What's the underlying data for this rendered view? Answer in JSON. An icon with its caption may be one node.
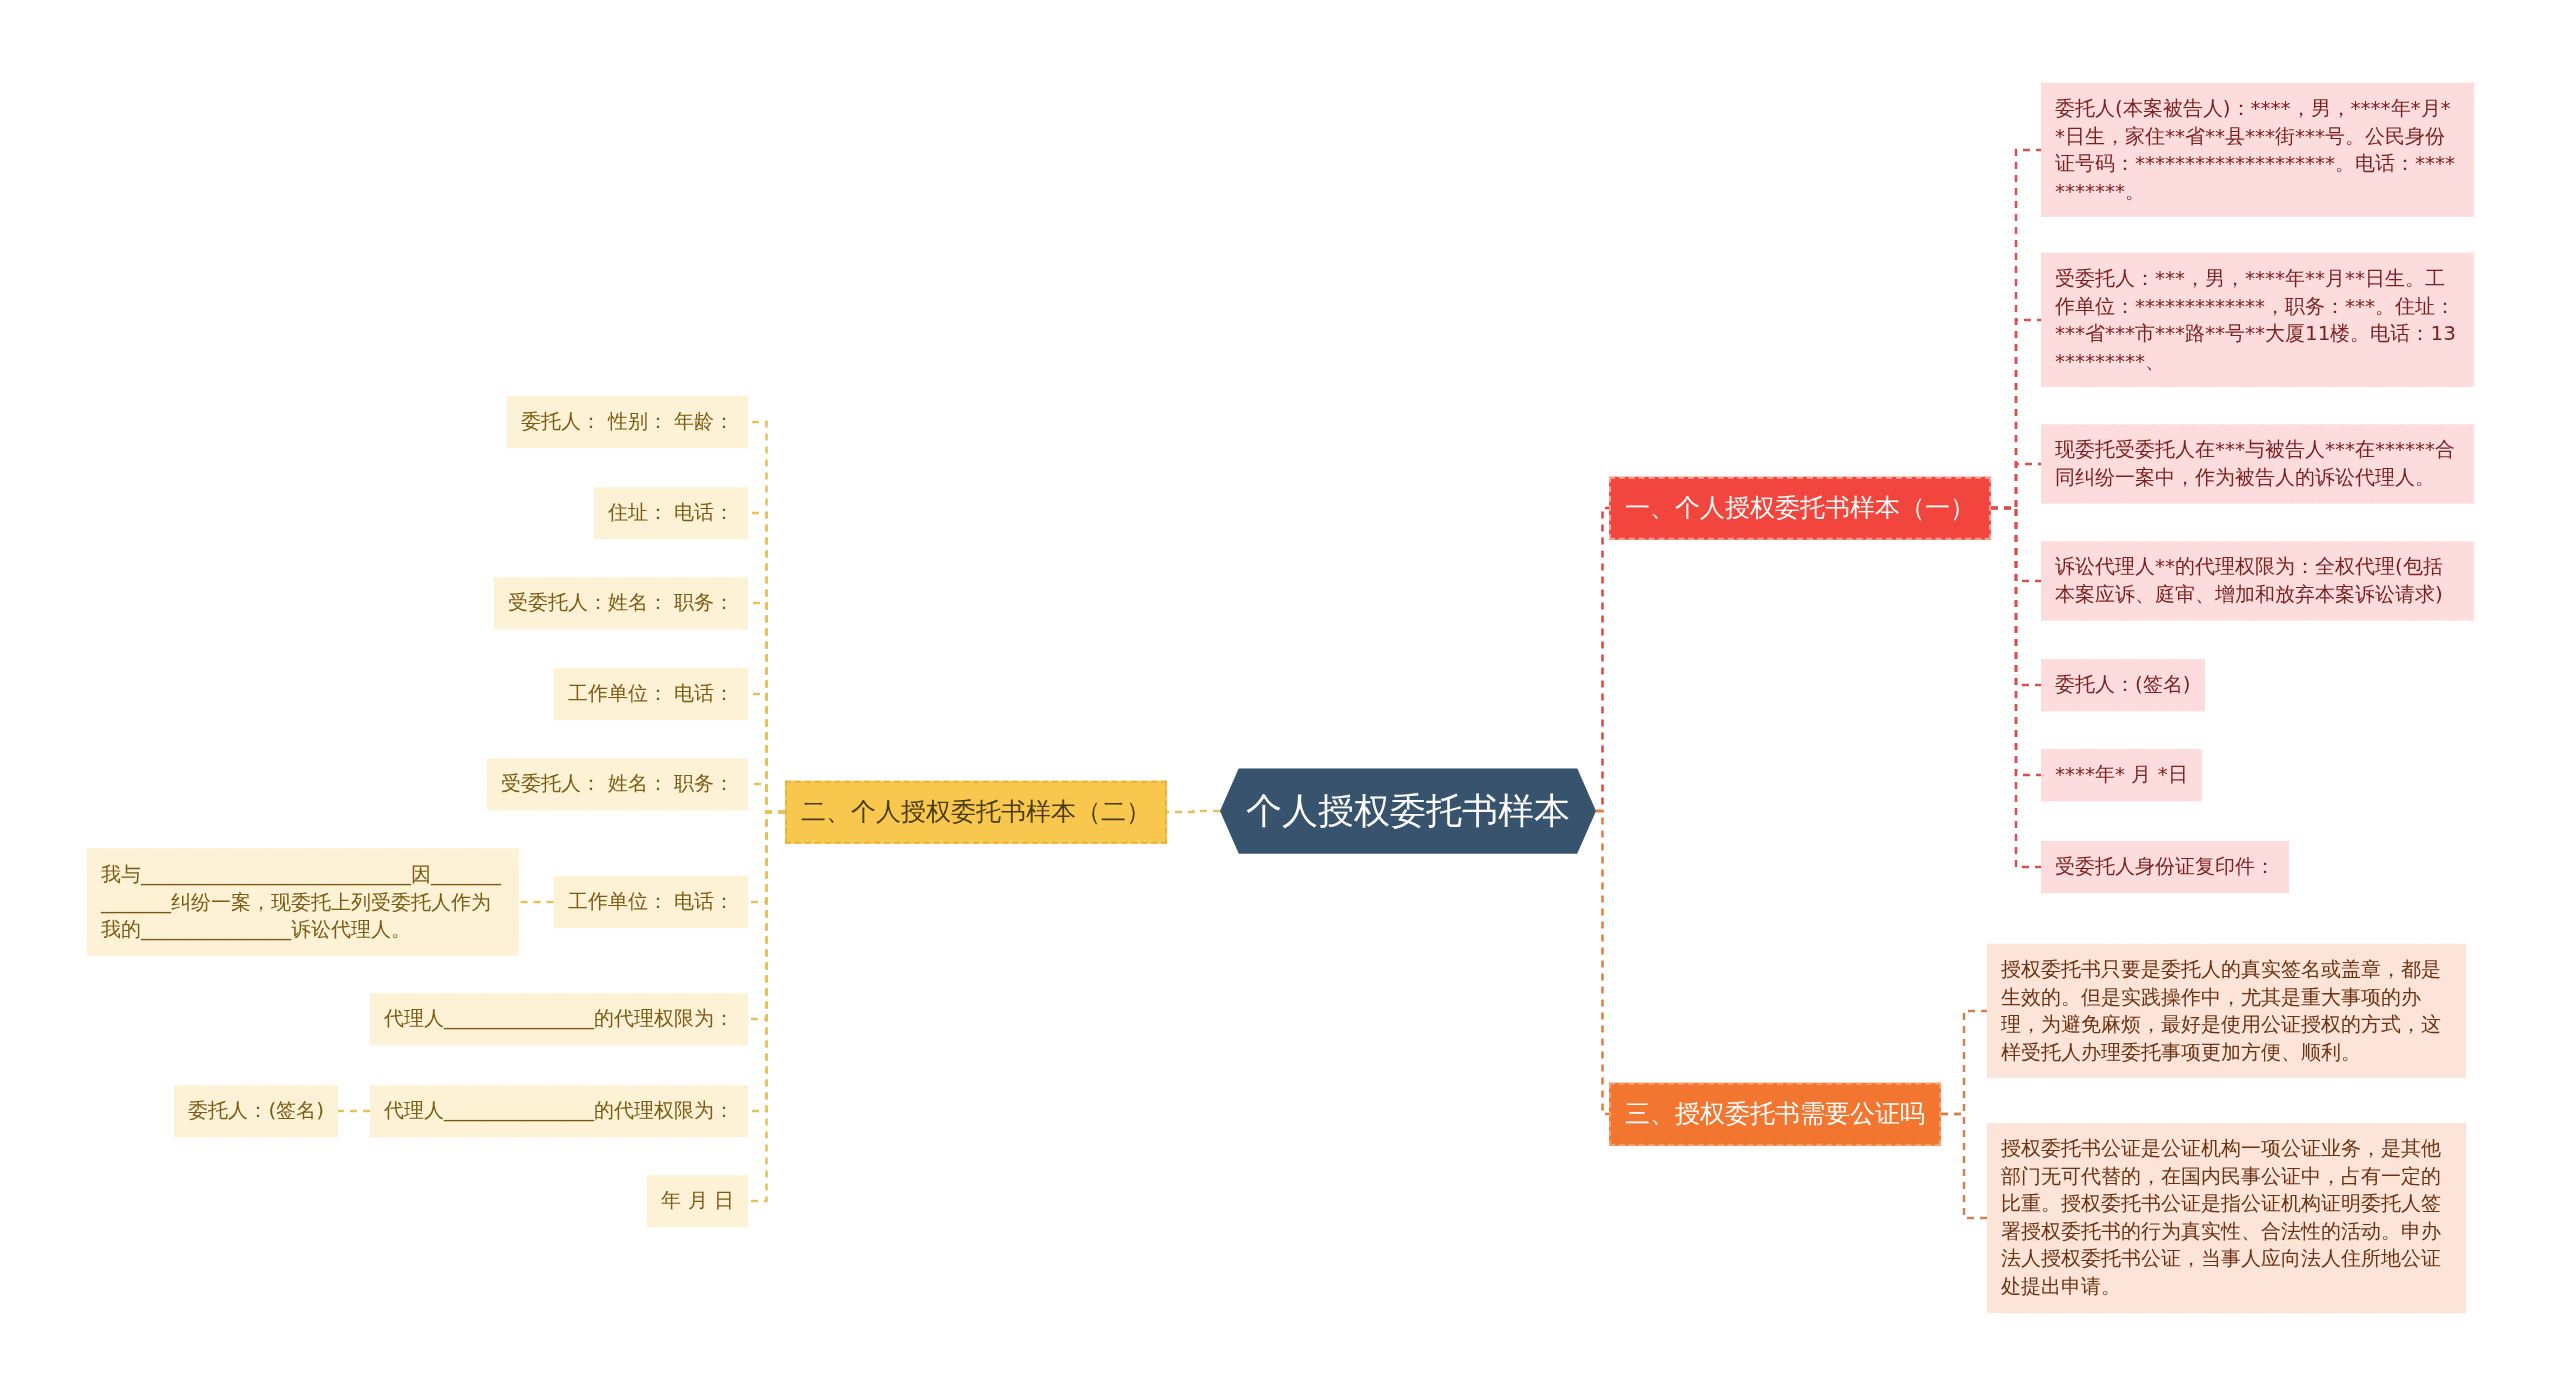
{
  "diagram": {
    "nodes": [
      {
        "text": [
          "个人授权委托书样本"
        ]
      },
      {
        "text": [
          "一、个人授权委托书样本（一）"
        ]
      },
      {
        "text": [
          "二、个人授权委托书样本（二）"
        ]
      },
      {
        "text": [
          "三、授权委托书需要公证吗"
        ]
      },
      {
        "text": [
          "委托人(本案被告人)：****，男，****年*月**日生，家住**省**县***街***号。公民身份证号码：********************。电话：***********。"
        ]
      },
      {
        "text": [
          "受委托人：***，男，****年**月**日生。工作单位：*************，职务：***。住址：***省***市***路**号**大厦11楼。电话：13*********、"
        ]
      },
      {
        "text": [
          "现委托受委托人在***与被告人***在******合同纠纷一案中，作为被告人的诉讼代理人。"
        ]
      },
      {
        "text": [
          "诉讼代理人**的代理权限为：全权代理(包括本案应诉、庭审、增加和放弃本案诉讼请求)"
        ]
      },
      {
        "text": [
          "委托人：(签名)"
        ]
      },
      {
        "text": [
          "****年* 月 *日"
        ]
      },
      {
        "text": [
          "受委托人身份证复印件："
        ]
      },
      {
        "text": [
          "授权委托书只要是委托人的真实签名或盖章，都是生效的。但是实践操作中，尤其是重大事项的办理，为避免麻烦，最好是使用公证授权的方式，这样受托人办理委托事项更加方便、顺利。"
        ]
      },
      {
        "text": [
          "授权委托书公证是公证机构一项公证业务，是其他部门无可代替的，在国内民事公证中，占有一定的比重。授权委托书公证是指公证机构证明委托人签署授权委托书的行为真实性、合法性的活动。申办法人授权委托书公证，当事人应向法人住所地公证处提出申请。"
        ]
      },
      {
        "text": [
          "委托人： 性别： 年龄："
        ]
      },
      {
        "text": [
          "住址： 电话："
        ]
      },
      {
        "text": [
          "受委托人：姓名： 职务："
        ]
      },
      {
        "text": [
          "工作单位： 电话："
        ]
      },
      {
        "text": [
          "受委托人： 姓名： 职务："
        ]
      },
      {
        "text": [
          "工作单位： 电话："
        ]
      },
      {
        "text": [
          "我与___________________________因______________纠纷一案，现委托上列受委托人作为我的_______________诉讼代理人。"
        ]
      },
      {
        "text": [
          "代理人_______________的代理权限为："
        ]
      },
      {
        "text": [
          "代理人_______________的代理权限为："
        ]
      },
      {
        "text": [
          "委托人：(签名)"
        ]
      },
      {
        "text": [
          "年 月 日"
        ]
      }
    ],
    "edges": [
      {
        "from": 0,
        "to": 1,
        "arrow": "none",
        "style": "dashed",
        "color": "#e8433a"
      },
      {
        "from": 0,
        "to": 2,
        "arrow": "none",
        "style": "dashed"
      },
      {
        "from": 0,
        "to": 3,
        "arrow": "none",
        "style": "dashed",
        "color": "#ef7a32"
      },
      {
        "from": 1,
        "to": 4,
        "arrow": "none",
        "style": "dashed",
        "color": "#d9504a"
      },
      {
        "from": 1,
        "to": 5,
        "arrow": "none",
        "style": "dashed",
        "color": "#d9504a"
      },
      {
        "from": 1,
        "to": 6,
        "arrow": "none",
        "style": "dashed",
        "color": "#d9504a"
      },
      {
        "from": 1,
        "to": 7,
        "arrow": "none",
        "style": "dashed",
        "color": "#d9504a"
      },
      {
        "from": 1,
        "to": 8,
        "arrow": "none",
        "style": "dashed",
        "color": "#d9504a"
      },
      {
        "from": 1,
        "to": 9,
        "arrow": "none",
        "style": "dashed",
        "color": "#d9504a"
      },
      {
        "from": 1,
        "to": 10,
        "arrow": "none",
        "style": "dashed",
        "color": "#d9504a"
      },
      {
        "from": 3,
        "to": 11,
        "arrow": "none",
        "style": "dashed",
        "color": "#d3804e"
      },
      {
        "from": 3,
        "to": 12,
        "arrow": "none",
        "style": "dashed",
        "color": "#d3804e"
      },
      {
        "from": 2,
        "to": 13,
        "arrow": "none",
        "style": "dashed"
      },
      {
        "from": 2,
        "to": 14,
        "arrow": "none",
        "style": "dashed"
      },
      {
        "from": 2,
        "to": 15,
        "arrow": "none",
        "style": "dashed"
      },
      {
        "from": 2,
        "to": 16,
        "arrow": "none",
        "style": "dashed"
      },
      {
        "from": 2,
        "to": 17,
        "arrow": "none",
        "style": "dashed"
      },
      {
        "from": 2,
        "to": 18,
        "arrow": "none",
        "style": "dashed"
      },
      {
        "from": 18,
        "to": 19,
        "arrow": "none",
        "style": "dashed"
      },
      {
        "from": 2,
        "to": 20,
        "arrow": "none",
        "style": "dashed"
      },
      {
        "from": 2,
        "to": 21,
        "arrow": "none",
        "style": "dashed"
      },
      {
        "from": 21,
        "to": 22,
        "arrow": "none",
        "style": "dashed"
      },
      {
        "from": 2,
        "to": 23,
        "arrow": "none",
        "style": "dashed"
      }
    ]
  }
}
